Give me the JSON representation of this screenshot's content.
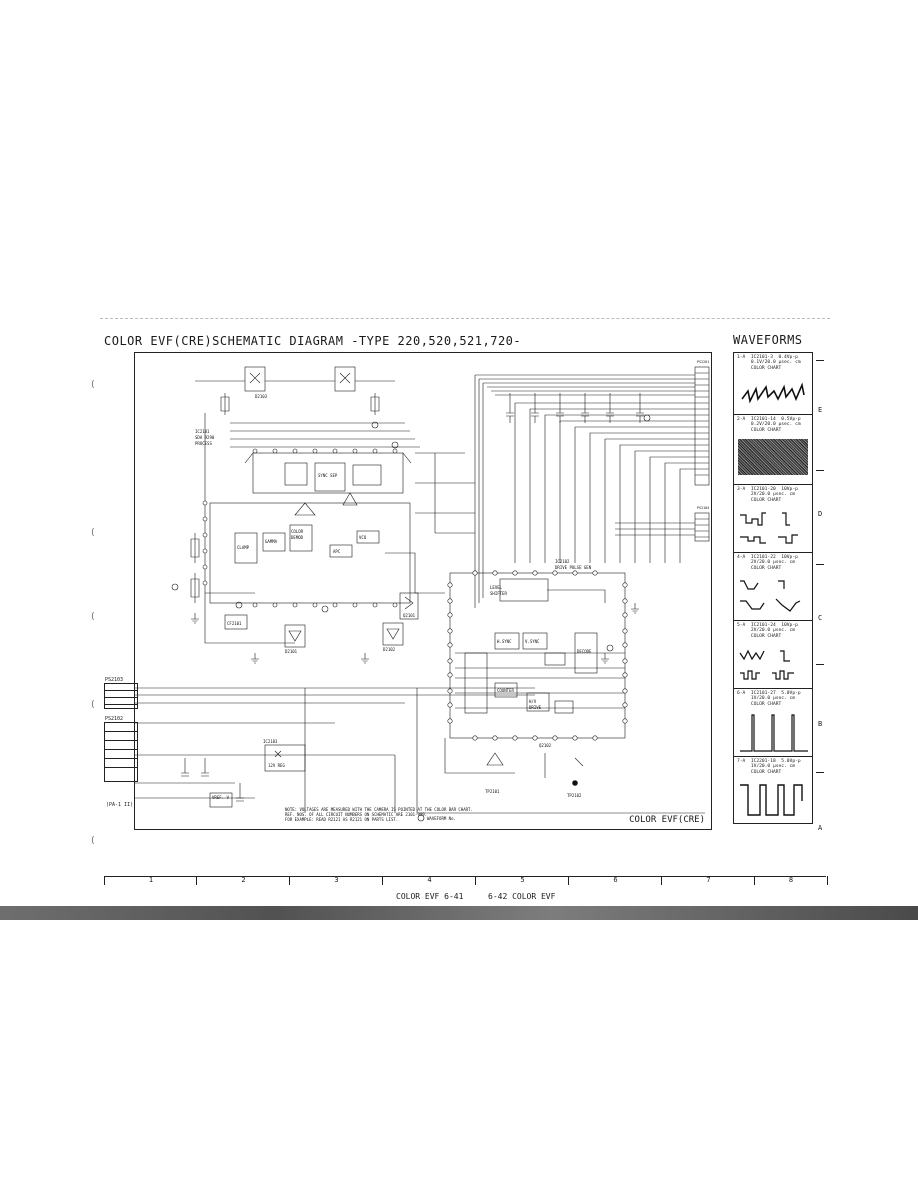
{
  "page": {
    "title": "COLOR EVF(CRE)SCHEMATIC DIAGRAM -TYPE 220,520,521,720-",
    "waveforms_title": "WAVEFORMS",
    "schematic_caption": "COLOR EVF(CRE)",
    "footer_left": "COLOR EVF  6-41",
    "footer_right": "6-42  COLOR EVF"
  },
  "zones": [
    "1",
    "2",
    "3",
    "4",
    "5",
    "6",
    "7",
    "8"
  ],
  "row_letters": [
    "E",
    "D",
    "C",
    "B",
    "A"
  ],
  "connectors": {
    "ps2201": "PS2201",
    "ps2104": "PS2104",
    "ps2103": "PS2103",
    "ps2102": "PS2102",
    "ps2102_sub": "(PA-1 II)"
  },
  "ics": {
    "ic2101": "IC2101\nSDA 9290\nPROCESS",
    "ic2102": "IC2102\nDRIVE\nPULSE GEN",
    "ic2103": "IC2103\n12V REG",
    "q2101": "Q2101",
    "q2102": "Q2102",
    "d2101": "D2101",
    "d2102": "D2102",
    "d2103": "D2103",
    "cf2101": "CF2101",
    "tp2101": "TP2101",
    "tp2102": "TP2102"
  },
  "blocks": {
    "level_shifter": "LEVEL\nSHIFTER",
    "clamp": "CLAMP",
    "gamma": "GAMMA",
    "color_demod": "COLOR\nDEMOD",
    "apc": "APC",
    "vco": "VCO",
    "h_sync": "H.SYNC",
    "v_sync": "V.SYNC",
    "counter": "COUNTER",
    "decode": "DECODE",
    "hv_drive": "H/V\nDRIVE",
    "sync_sep": "SYNC SEP",
    "vrep": "VREF. V"
  },
  "notes": "NOTE: VOLTAGES ARE MEASURED WITH THE CAMERA IS POINTED AT THE COLOR BAR CHART. REF. NOS. OF ALL CIRCUIT NUMBERS ON SCHEMATIC ARE 2101-999. FOR EXAMPLE: READ R2121 AS R2121 ON PARTS LIST.",
  "waveform_marker": "WAVEFORM No.",
  "waveforms": [
    {
      "id": "1-A",
      "label": "1-A  IC2101-3  0.4Vp-p\n     0.1V/20.0 µsec. cm\n     COLOR CHART",
      "shape": "sawteeth"
    },
    {
      "id": "2-A",
      "label": "2-A  IC2101-14  0.5Vp-p\n     0.2V/20.0 µsec. cm\n     COLOR CHART",
      "shape": "noise"
    },
    {
      "id": "3-A",
      "label": "3-A  IC2101-20  10Vp-p\n     2V/20.0 µsec. cm\n     COLOR CHART",
      "shape": "steps"
    },
    {
      "id": "4-A",
      "label": "4-A  IC2101-22  10Vp-p\n     2V/20.0 µsec. cm\n     COLOR CHART",
      "shape": "ramps"
    },
    {
      "id": "5-A",
      "label": "5-A  IC2101-24  10Vp-p\n     2V/20.0 µsec. cm\n     COLOR CHART",
      "shape": "pulses"
    },
    {
      "id": "6-A",
      "label": "6-A  IC2101-27  5.0Vp-p\n     1V/20.0 µsec. cm\n     COLOR CHART",
      "shape": "spikes"
    },
    {
      "id": "7-A",
      "label": "7-A  IC2201-18  5.0Vp-p\n     1V/20.0 µsec. cm\n     COLOR CHART",
      "shape": "squares"
    }
  ]
}
